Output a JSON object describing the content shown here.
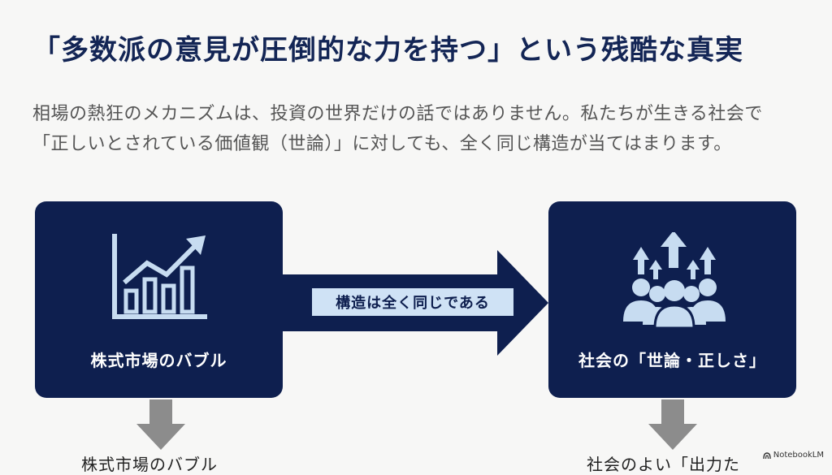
{
  "title": "「多数派の意見が圧倒的な力を持つ」という残酷な真実",
  "body": {
    "line1": "相場の熱狂のメカニズムは、投資の世界だけの話ではありません。私たちが生きる社会で",
    "line2": "「正しいとされている価値観（世論）」に対しても、全く同じ構造が当てはまります。"
  },
  "diagram": {
    "left_box": {
      "label": "株式市場のバブル",
      "icon": "growth-chart-icon"
    },
    "right_box": {
      "label": "社会の「世論・正しさ」",
      "icon": "crowd-with-arrows-icon"
    },
    "connector_label": "構造は全く同じである",
    "left_caption": "株式市場のバブル",
    "right_caption": "社会のよい「出力た"
  },
  "watermark": "NotebookLM",
  "colors": {
    "navy": "#0e1f4f",
    "title": "#132555",
    "icon_light": "#c7dcf1",
    "label_bg": "#cfe2f5",
    "down_arrow": "#8c8c8c"
  }
}
